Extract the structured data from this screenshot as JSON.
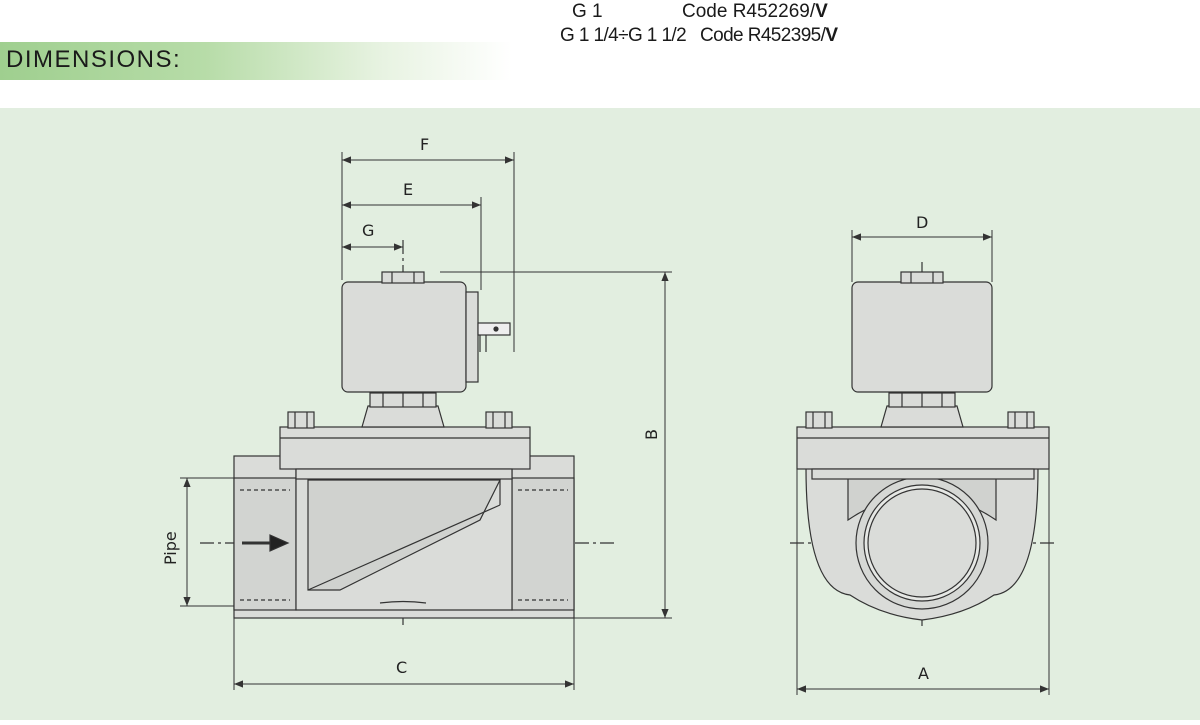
{
  "codes": [
    {
      "size": "G 1",
      "code_prefix": "Code R452269/",
      "code_suffix": "V"
    },
    {
      "size": "G 1 1/4÷G 1 1/2",
      "code_prefix": "Code R452395/",
      "code_suffix": "V"
    }
  ],
  "heading": "DIMENSIONS:",
  "dimension_labels": {
    "A": "A",
    "B": "B",
    "C": "C",
    "D": "D",
    "E": "E",
    "F": "F",
    "G": "G",
    "pipe": "Pipe"
  },
  "colors": {
    "panel": "#e2eee0",
    "body": "#dadcd9",
    "line": "#333333",
    "heading_gradient_start": "#9fcf8f"
  }
}
